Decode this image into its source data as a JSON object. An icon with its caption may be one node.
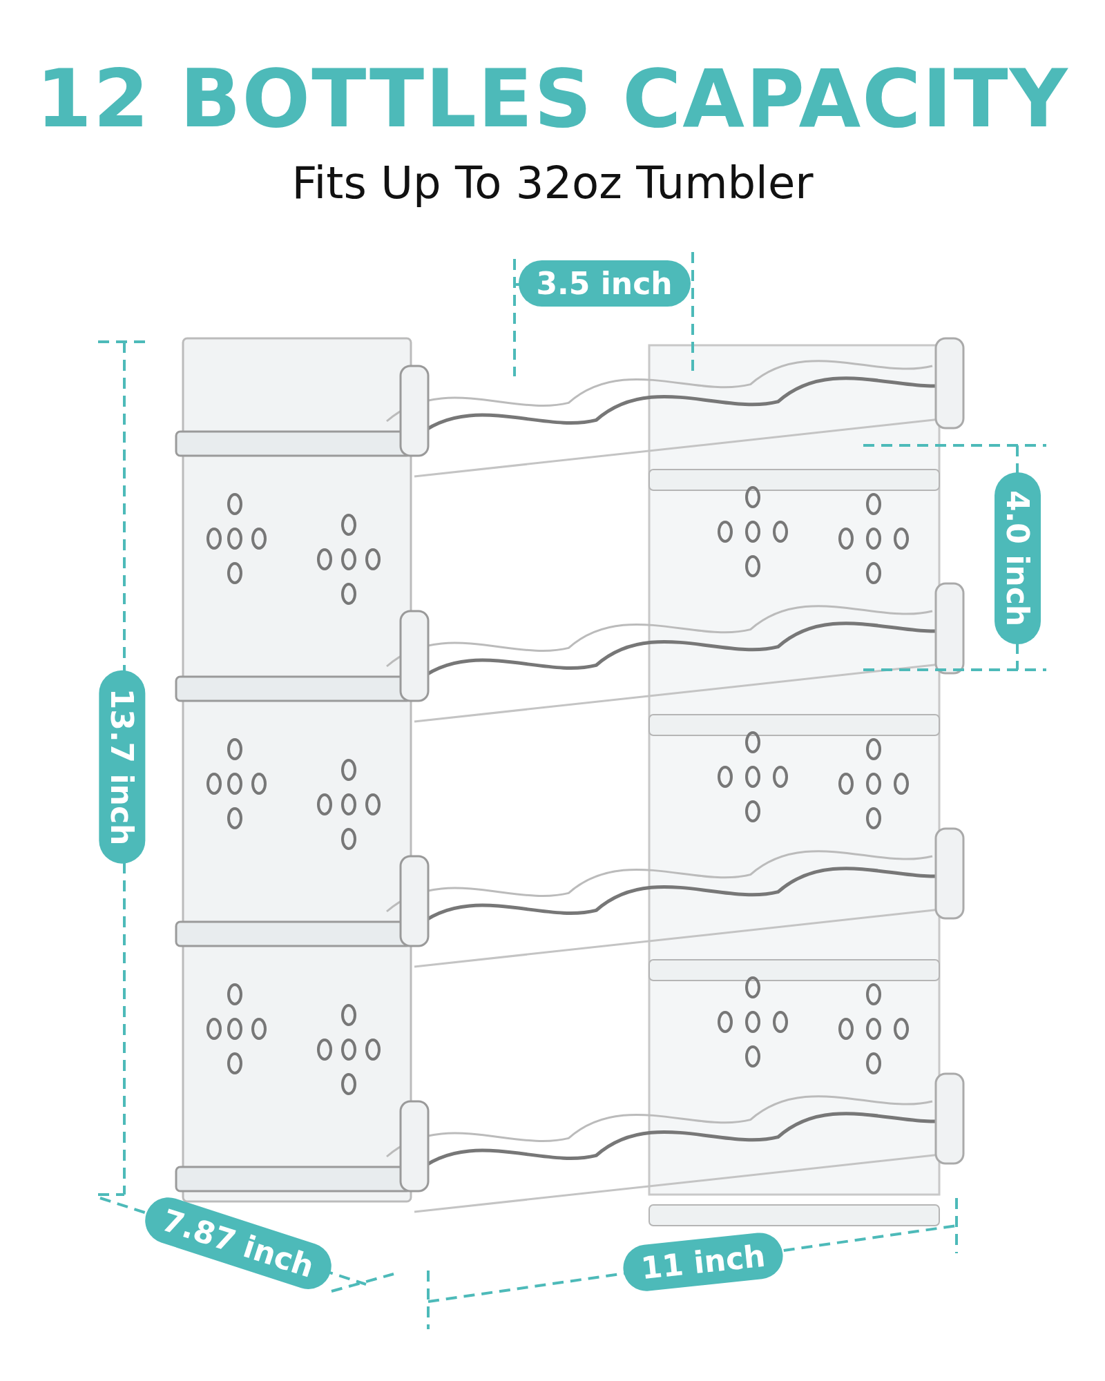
{
  "diagram": {
    "title": "12 BOTTLES CAPACITY",
    "labels": [
      "Fits Up To 32oz Tumbler",
      "3.5 inch",
      "4.0 inch",
      "13.7 inch",
      "7.87 inch",
      "11 inch"
    ]
  }
}
